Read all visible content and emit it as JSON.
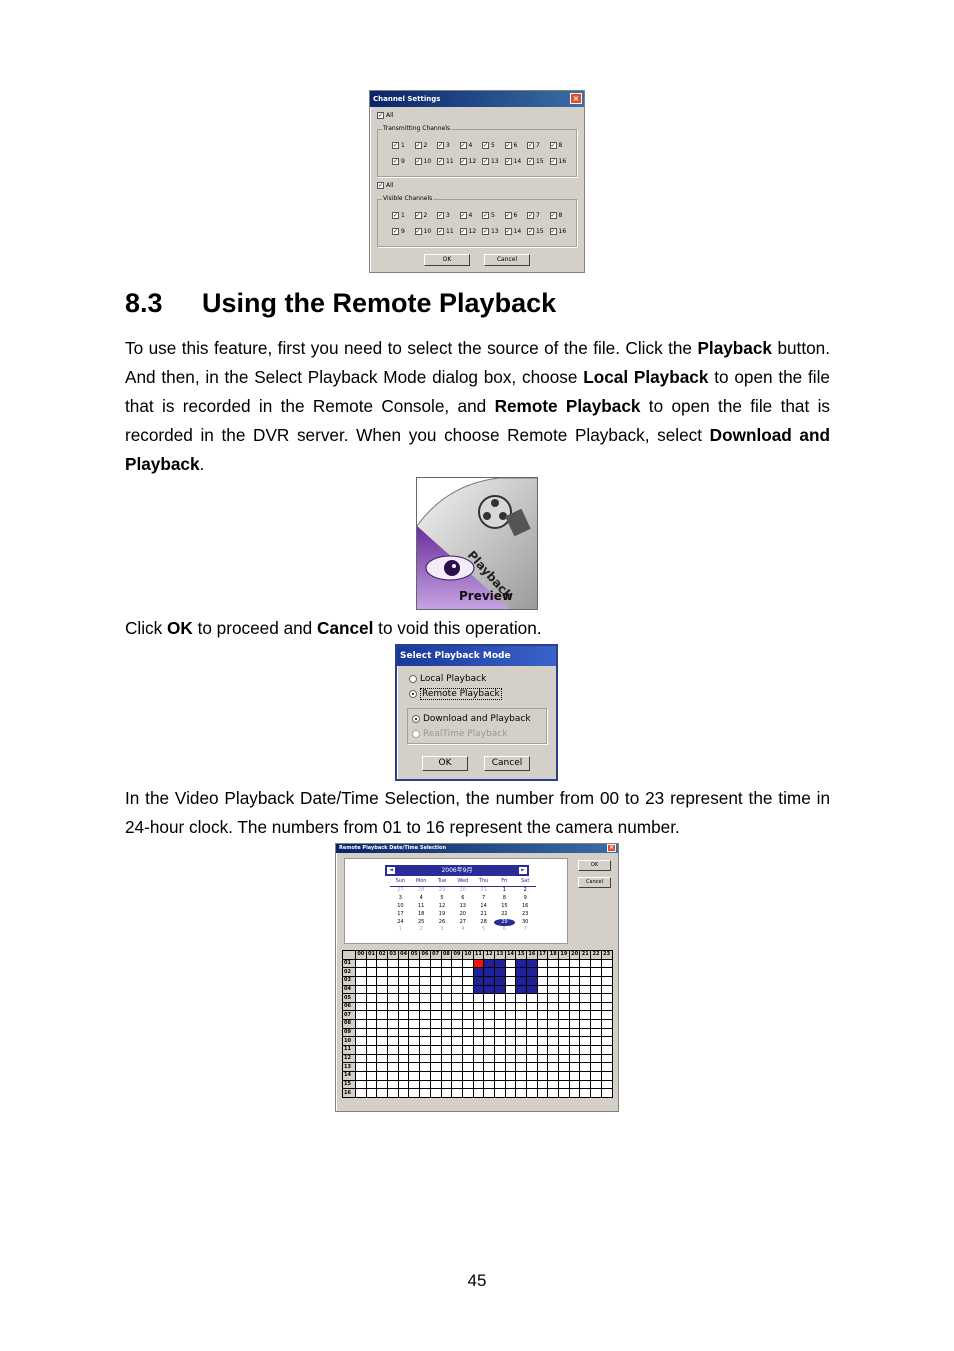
{
  "channel_settings": {
    "title": "Channel Settings",
    "close": "×",
    "all_label": "All",
    "check_mark": "✓",
    "transmitting_label": "Transmitting Channels",
    "visible_label": "Visible Channels",
    "channels_row1": [
      "1",
      "2",
      "3",
      "4",
      "5",
      "6",
      "7",
      "8"
    ],
    "channels_row2": [
      "9",
      "10",
      "11",
      "12",
      "13",
      "14",
      "15",
      "16"
    ],
    "ok": "OK",
    "cancel": "Cancel"
  },
  "section": {
    "number": "8.3",
    "title": "Using the Remote Playback"
  },
  "para1": {
    "t1": "To use this feature, first you need to select the source of the file. Click the ",
    "b1": "Playback",
    "t2": " button. And then, in the Select Playback Mode dialog box, choose ",
    "b2": "Local Playback",
    "t3": " to open the file that is recorded in the Remote Console, and ",
    "b3": "Remote Playback",
    "t4": " to open the file that is recorded in the DVR server. When you choose Remote Playback, select ",
    "b4": "Download and Playback",
    "t5": "."
  },
  "playback_icon": {
    "playback_label": "Playback",
    "preview_label": "Preview"
  },
  "para2": {
    "t1": "Click ",
    "b1": "OK",
    "t2": " to proceed and ",
    "b2": "Cancel",
    "t3": " to void this operation."
  },
  "select_mode": {
    "title": "Select Playback Mode",
    "local": "Local Playback",
    "remote": "Remote Playback",
    "download": "Download and Playback",
    "realtime": "RealTime Playback",
    "ok": "OK",
    "cancel": "Cancel"
  },
  "para3": {
    "text": "In the Video Playback Date/Time Selection, the number from 00 to 23 represent the time in 24-hour clock. The numbers from 01 to 16 represent the camera number."
  },
  "remote_dialog": {
    "title": "Remote Playback Date/Time Selection",
    "close": "×",
    "ok": "OK",
    "cancel": "Cancel",
    "month": "2006年9月",
    "prev": "◄",
    "next": "►",
    "day_names": [
      "Sun",
      "Mon",
      "Tue",
      "Wed",
      "Thu",
      "Fri",
      "Sat"
    ],
    "weeks": [
      [
        "27",
        "28",
        "29",
        "30",
        "31",
        "1",
        "2"
      ],
      [
        "3",
        "4",
        "5",
        "6",
        "7",
        "8",
        "9"
      ],
      [
        "10",
        "11",
        "12",
        "13",
        "14",
        "15",
        "16"
      ],
      [
        "17",
        "18",
        "19",
        "20",
        "21",
        "22",
        "23"
      ],
      [
        "24",
        "25",
        "26",
        "27",
        "28",
        "29",
        "30"
      ],
      [
        "1",
        "2",
        "3",
        "4",
        "5",
        "6",
        "7"
      ]
    ],
    "selected_day": "29",
    "hours": [
      "00",
      "01",
      "02",
      "03",
      "04",
      "05",
      "06",
      "07",
      "08",
      "09",
      "10",
      "11",
      "12",
      "13",
      "14",
      "15",
      "16",
      "17",
      "18",
      "19",
      "20",
      "21",
      "22",
      "23"
    ],
    "cameras": [
      "01",
      "02",
      "03",
      "04",
      "05",
      "06",
      "07",
      "08",
      "09",
      "10",
      "11",
      "12",
      "13",
      "14",
      "15",
      "16"
    ]
  },
  "page_number": "45"
}
